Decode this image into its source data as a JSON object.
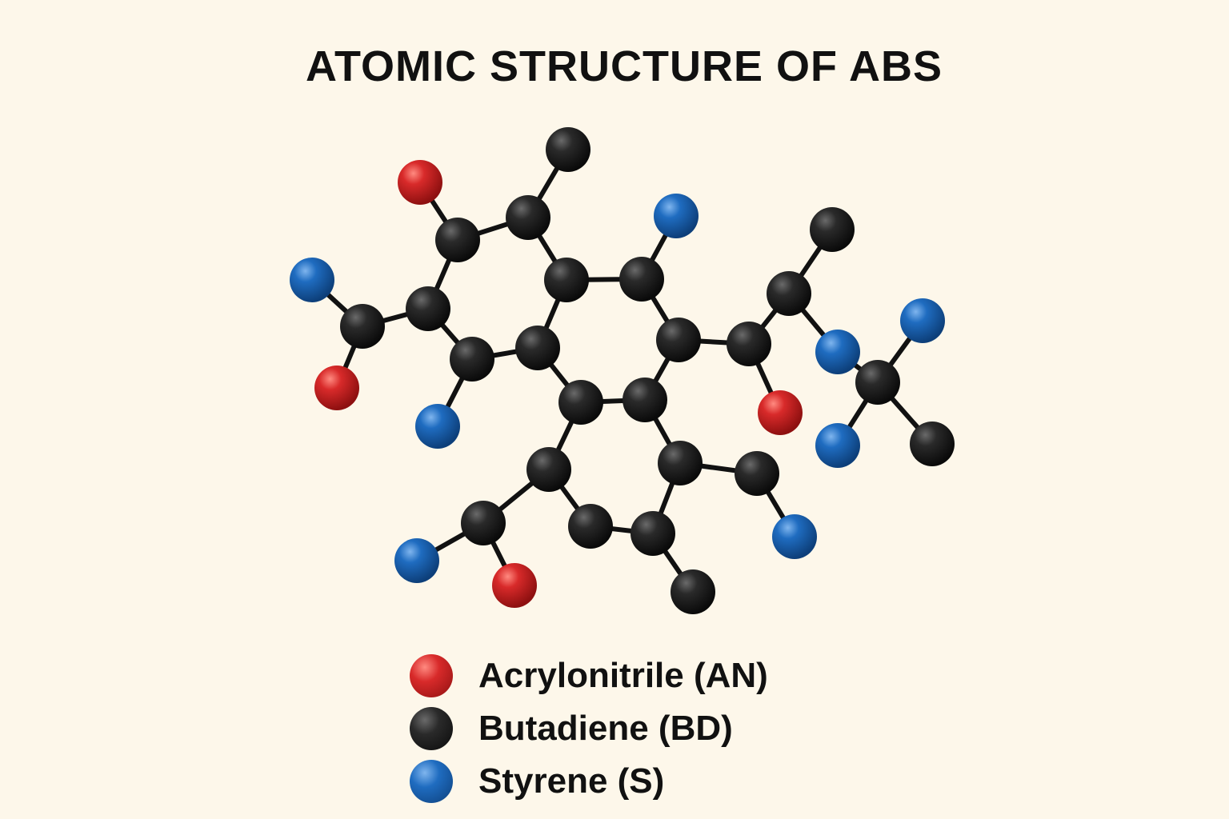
{
  "title": "ATOMIC STRUCTURE OF ABS",
  "colors": {
    "background": "#fdf7ea",
    "acrylonitrile": "#d42626",
    "butadiene": "#1e1e1e",
    "styrene": "#1f68b8"
  },
  "legend": [
    {
      "label": "Acrylonitrile (AN)",
      "color": "#d42626"
    },
    {
      "label": "Butadiene (BD)",
      "color": "#1e1e1e"
    },
    {
      "label": "Styrene (S)",
      "color": "#1f68b8"
    }
  ]
}
